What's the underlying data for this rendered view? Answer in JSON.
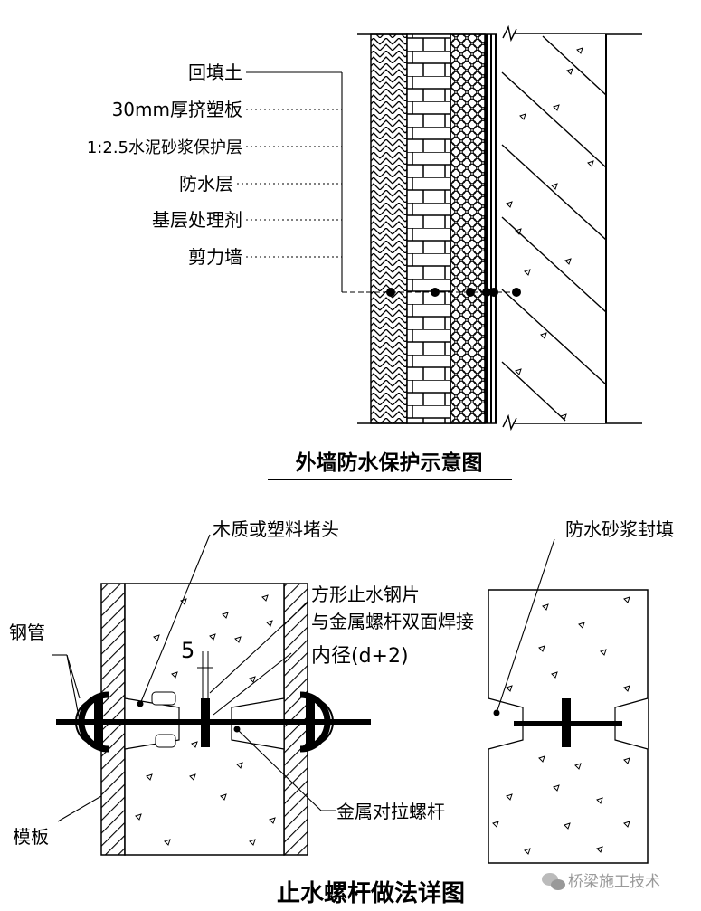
{
  "top_diagram": {
    "labels": [
      "回填土",
      "30mm厚挤塑板",
      "1:2.5水泥砂浆保护层",
      "防水层",
      "基层处理剂",
      "剪力墙"
    ],
    "caption": "外墙防水保护示意图"
  },
  "bottom_diagram": {
    "label_plug": "木质或塑料堵头",
    "label_plate_1": "方形止水钢片",
    "label_plate_2": "与金属螺杆双面焊接",
    "label_inner_dia": "内径(d+2)",
    "label_5": "5",
    "label_pipe": "钢管",
    "label_form": "模板",
    "label_bolt": "金属对拉螺杆",
    "label_mortar": "防水砂浆封填",
    "caption": "止水螺杆做法详图"
  },
  "watermark": "桥梁施工技术"
}
